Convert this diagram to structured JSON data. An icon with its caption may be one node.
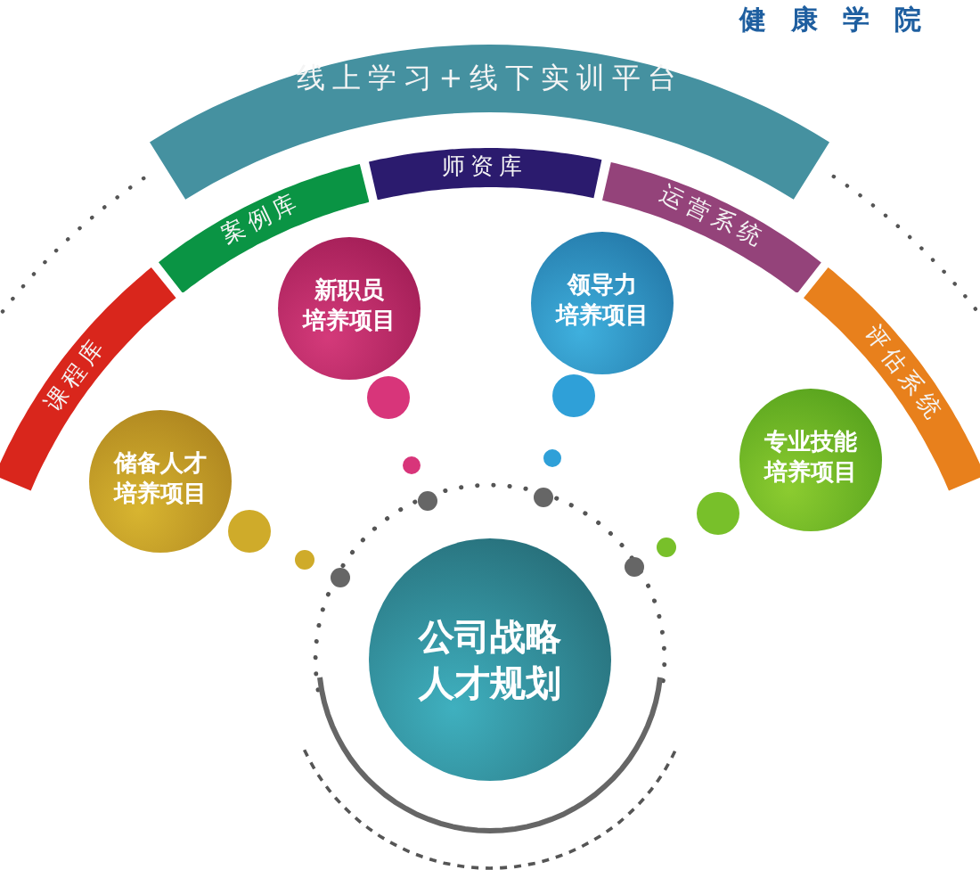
{
  "diagram": {
    "nodes": [
      {
        "text": [
          "线上学习+线下实训平台"
        ]
      },
      {
        "text": [
          "课程库"
        ]
      },
      {
        "text": [
          "案例库"
        ]
      },
      {
        "text": [
          "师资库"
        ]
      },
      {
        "text": [
          "运营系统"
        ]
      },
      {
        "text": [
          "评估系统"
        ]
      },
      {
        "text": [
          "新职员培养项目"
        ]
      },
      {
        "text": [
          "领导力培养项目"
        ]
      },
      {
        "text": [
          "储备人才培养项目"
        ]
      },
      {
        "text": [
          "专业技能培养项目"
        ]
      },
      {
        "text": [
          "公司战略人才规划"
        ]
      }
    ],
    "labels": [
      "健康学院"
    ]
  }
}
